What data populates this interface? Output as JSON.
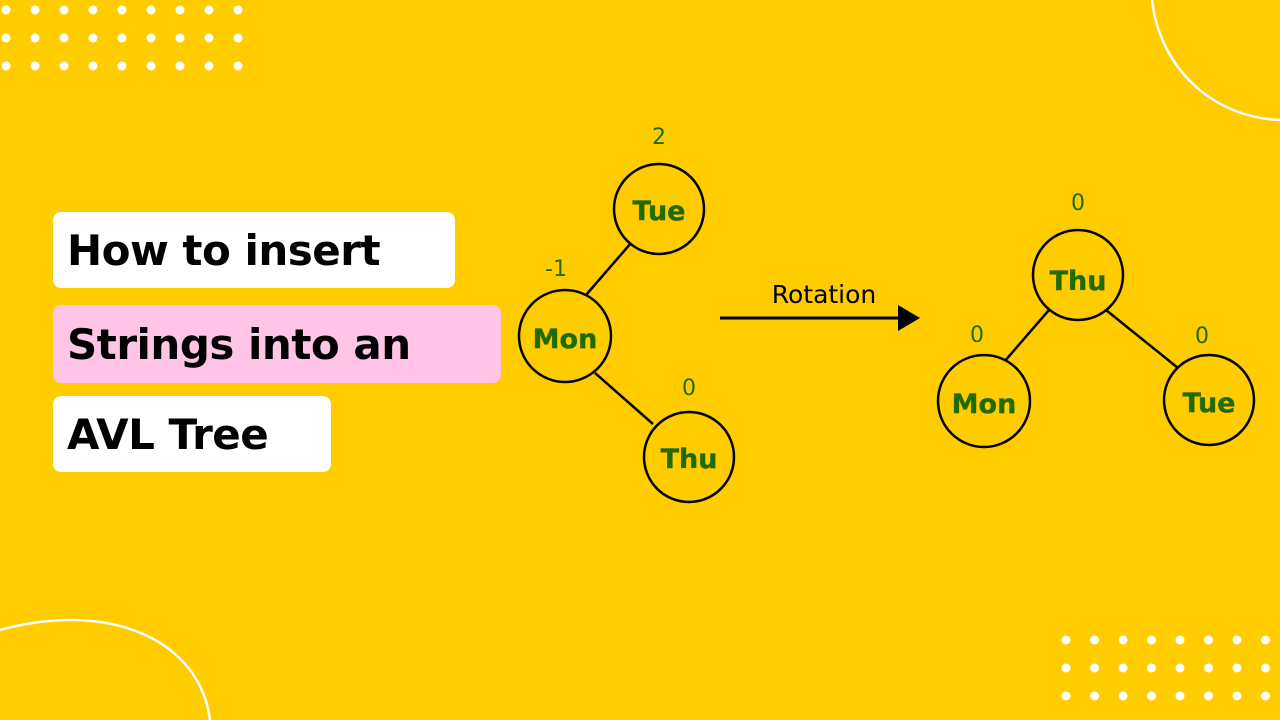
{
  "colors": {
    "background": "#FFCC00",
    "node_text": "#1E6B00",
    "edge": "#000000",
    "title_highlight": "#FFC4E6",
    "title_box": "#FFFFFF"
  },
  "title": {
    "line1": "How to insert",
    "line2": "Strings into an",
    "line3": "AVL Tree"
  },
  "before_tree": {
    "nodes": [
      {
        "id": "tue",
        "label": "Tue",
        "balance": "2"
      },
      {
        "id": "mon",
        "label": "Mon",
        "balance": "-1"
      },
      {
        "id": "thu",
        "label": "Thu",
        "balance": "0"
      }
    ],
    "edges": [
      [
        "tue",
        "mon"
      ],
      [
        "mon",
        "thu"
      ]
    ]
  },
  "rotation": {
    "label": "Rotation"
  },
  "after_tree": {
    "nodes": [
      {
        "id": "thu",
        "label": "Thu",
        "balance": "0"
      },
      {
        "id": "mon",
        "label": "Mon",
        "balance": "0"
      },
      {
        "id": "tue",
        "label": "Tue",
        "balance": "0"
      }
    ],
    "edges": [
      [
        "thu",
        "mon"
      ],
      [
        "thu",
        "tue"
      ]
    ]
  }
}
